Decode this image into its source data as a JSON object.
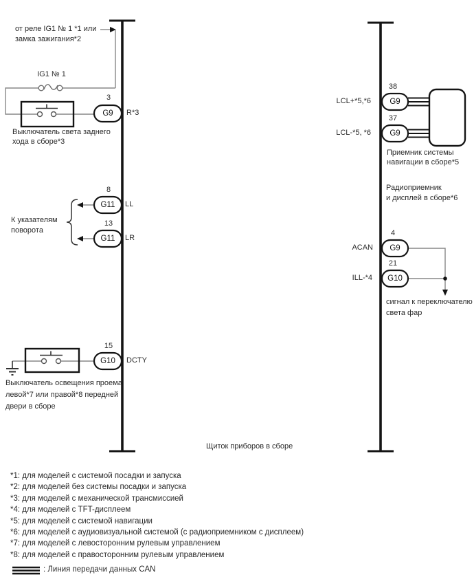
{
  "instrument_panel": {
    "label": "Щиток приборов в сборе"
  },
  "power_source": {
    "note_line1": "от реле IG1 № 1 *1 или",
    "note_line2": "замка зажигания*2",
    "fuse_label": "IG1 № 1"
  },
  "reverse_light_switch": {
    "pin": "3",
    "connector": "G9",
    "signal": "R*3",
    "caption_line1": "Выключатель света заднего",
    "caption_line2": "хода в сборе*3"
  },
  "turn_signals": {
    "caption_line1": "К указателям",
    "caption_line2": "поворота",
    "upper": {
      "pin": "8",
      "connector": "G11",
      "signal": "LL"
    },
    "lower": {
      "pin": "13",
      "connector": "G11",
      "signal": "LR"
    }
  },
  "door_courtesy_switch": {
    "pin": "15",
    "connector": "G10",
    "signal": "DCTY",
    "caption_line1": "Выключатель освещения проема",
    "caption_line2": "левой*7 или правой*8 передней",
    "caption_line3": "двери в сборе"
  },
  "navigation_receiver": {
    "upper": {
      "pin": "38",
      "connector": "G9",
      "signal": "LCL+*5,*6"
    },
    "lower": {
      "pin": "37",
      "connector": "G9",
      "signal": "LCL-*5, *6"
    },
    "caption_line1": "Приемник системы",
    "caption_line2": "навигации в сборе*5",
    "alt_caption_line1": "Радиоприемник",
    "alt_caption_line2": "и дисплей в сборе*6"
  },
  "illumination": {
    "acan": {
      "pin": "4",
      "connector": "G9",
      "signal": "ACAN"
    },
    "ill": {
      "pin": "21",
      "connector": "G10",
      "signal": "ILL-*4"
    },
    "note_line1": "сигнал к переключателю",
    "note_line2": "света фар"
  },
  "footnotes": [
    "*1: для моделей с системой посадки и запуска",
    "*2: для моделей без системы посадки и запуска",
    "*3: для моделей с механической трансмиссией",
    "*4: для моделей с TFT-дисплеем",
    "*5: для моделей с системой навигации",
    "*6: для моделей с аудиовизуальной системой (с радиоприемником с дисплеем)",
    "*7: для моделей с левосторонним рулевым управлением",
    "*8: для моделей с правосторонним рулевым управлением"
  ],
  "legend": {
    "can_label": ": Линия передачи данных CAN"
  },
  "colors": {
    "structure": "#141414",
    "wire": "#878787",
    "text": "#2a2a2a"
  }
}
